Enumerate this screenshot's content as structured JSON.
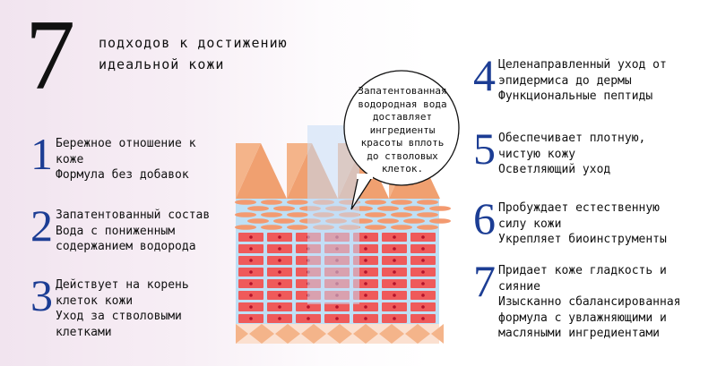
{
  "title": {
    "number": "7",
    "lines": [
      "подходов к достижению",
      "идеальной кожи"
    ]
  },
  "callout": {
    "lines": [
      "Запатентованная",
      "водородная вода",
      "доставляет",
      "ингредиенты",
      "красоты вплоть",
      "до стволовых",
      "клеток."
    ]
  },
  "items": [
    {
      "num": "1",
      "lines": [
        "Бережное отношение к",
        "коже",
        "Формула без добавок"
      ]
    },
    {
      "num": "2",
      "lines": [
        "Запатентованный состав",
        "Вода с пониженным",
        "содержанием водорода"
      ]
    },
    {
      "num": "3",
      "lines": [
        "Действует на корень",
        "клеток кожи",
        "Уход за стволовыми",
        "клетками"
      ]
    },
    {
      "num": "4",
      "lines": [
        "Целенаправленный уход от",
        "эпидермиса до дермы",
        "Функциональные пептиды"
      ]
    },
    {
      "num": "5",
      "lines": [
        "Обеспечивает плотную,",
        "чистую кожу",
        "Осветляющий уход"
      ]
    },
    {
      "num": "6",
      "lines": [
        "Пробуждает естественную",
        "силу кожи",
        "Укрепляет биоинструменты"
      ]
    },
    {
      "num": "7",
      "lines": [
        "Придает коже гладкость и",
        "сияние",
        "Изысканно сбалансированная",
        "формула с увлажняющими и",
        "масляными ингредиентами"
      ]
    }
  ],
  "colors": {
    "number": "#1c3d94",
    "peak": "#f0a070",
    "cell": "#ef5a5a",
    "water": "#bfe0f5"
  }
}
